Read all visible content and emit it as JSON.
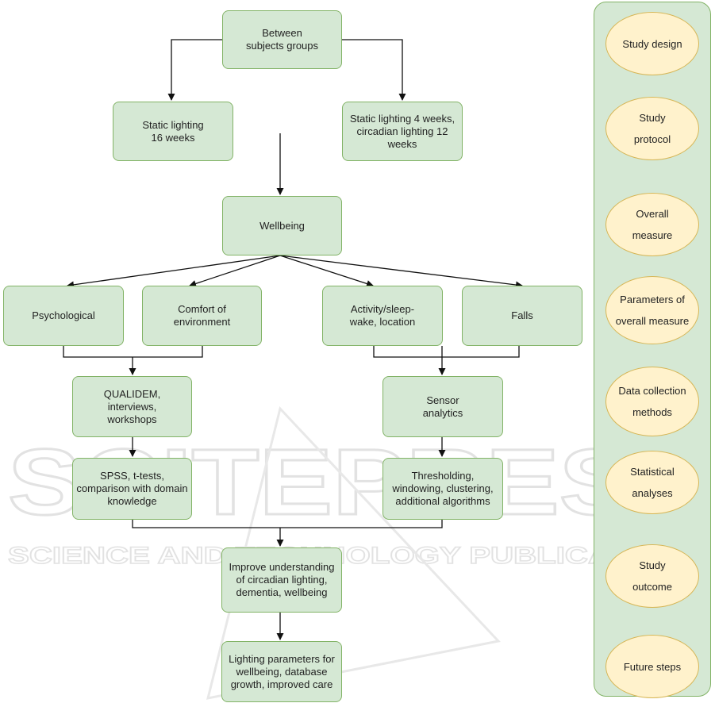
{
  "flow": {
    "between": "Between subjects groups",
    "static16": "Static lighting 16 weeks",
    "static4": "Static lighting 4 weeks, circadian lighting 12 weeks",
    "wellbeing": "Wellbeing",
    "psychological": "Psychological",
    "comfort": "Comfort of environment",
    "activity": "Activity/sleep-wake, location",
    "falls": "Falls",
    "qualidem": "QUALIDEM, interviews, workshops",
    "sensor": "Sensor analytics",
    "spss": "SPSS, t-tests, comparison with domain knowledge",
    "thresholding": "Thresholding, windowing, clustering, additional algorithms",
    "improve": "Improve understanding of circadian lighting, dementia, wellbeing",
    "lighting": "Lighting parameters for wellbeing, database growth, improved care"
  },
  "stages": [
    "Study design",
    "Study protocol",
    "Overall measure",
    "Parameters of overall measure",
    "Data collection methods",
    "Statistical analyses",
    "Study outcome",
    "Future steps"
  ],
  "watermark": {
    "big": "SCITEPRESS",
    "small": "SCIENCE AND TECHNOLOGY PUBLICATIONS"
  },
  "colors": {
    "box_fill": "#d5e8d4",
    "box_border": "#82b366",
    "ellipse_fill": "#fff2cc",
    "ellipse_border": "#d6b656"
  }
}
